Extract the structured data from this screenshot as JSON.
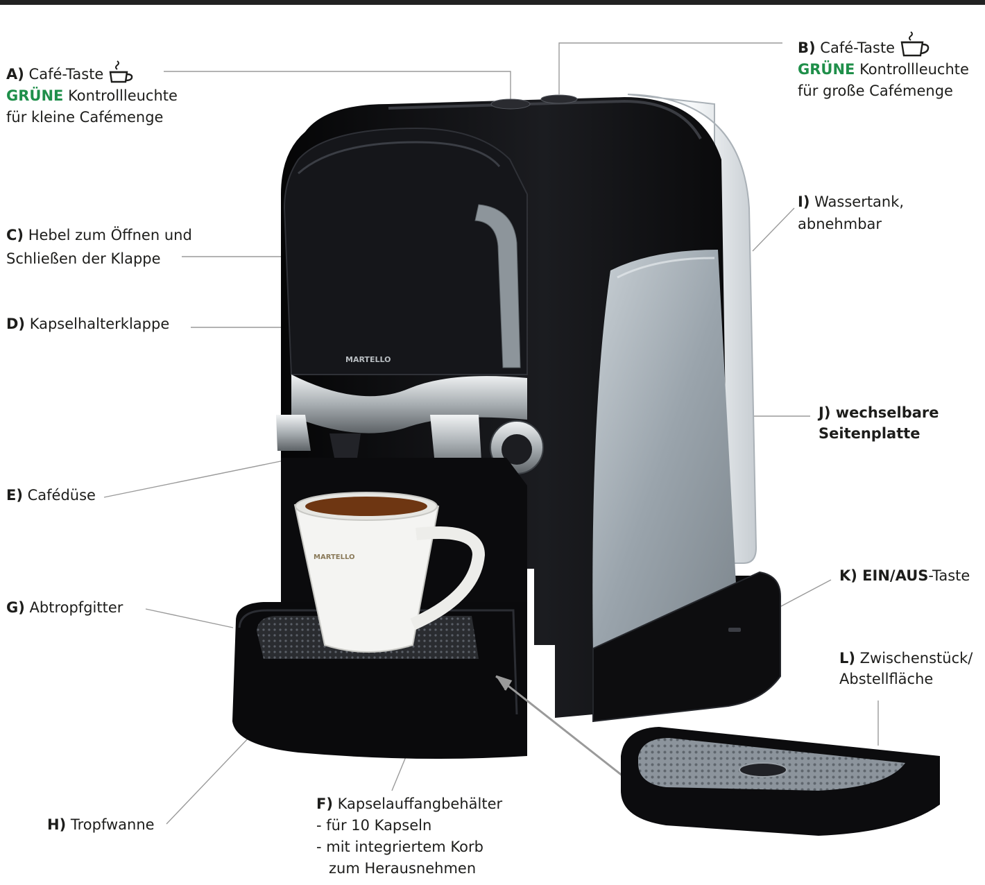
{
  "callouts": {
    "a": {
      "letter": "A)",
      "title": "Café-Taste",
      "icon": "coffee-cup-icon",
      "highlight": "GRÜNE",
      "line2_rest": " Kontrollleuchte",
      "line3": "für kleine Cafémenge"
    },
    "b": {
      "letter": "B)",
      "title": "Café-Taste",
      "icon": "coffee-cup-icon",
      "highlight": "GRÜNE",
      "line2_rest": " Kontrollleuchte",
      "line3": "für große Cafémenge"
    },
    "c": {
      "letter": "C)",
      "line1": " Hebel zum Öffnen und",
      "line2": "Schließen der Klappe"
    },
    "d": {
      "letter": "D)",
      "line1": " Kapselhalterklappe"
    },
    "e": {
      "letter": "E)",
      "line1": " Cafédüse"
    },
    "f": {
      "letter": "F)",
      "line1": " Kapselauffangbehälter",
      "line2": "- für 10 Kapseln",
      "line3": "- mit integriertem Korb",
      "line4": "zum Herausnehmen"
    },
    "g": {
      "letter": "G)",
      "line1": " Abtropfgitter"
    },
    "h": {
      "letter": "H)",
      "line1": " Tropfwanne"
    },
    "i": {
      "letter": "I)",
      "line1": " Wassertank,",
      "line2": "abnehmbar"
    },
    "j": {
      "letter": "J)",
      "line1": " wechselbare",
      "line2": "Seitenplatte"
    },
    "k": {
      "letter": "K)",
      "line1_bold": " EIN/AUS",
      "line1_rest": "-Taste"
    },
    "l": {
      "letter": "L)",
      "line1": " Zwischenstück/",
      "line2": "Abstellfläche"
    }
  },
  "product": {
    "brand_mark": "MARTELLO"
  },
  "colors": {
    "highlight_green": "#1f8f4a",
    "machine_black": "#0c0c0e",
    "side_panel": "#9aa4ac",
    "leader": "#9a9a9a"
  }
}
